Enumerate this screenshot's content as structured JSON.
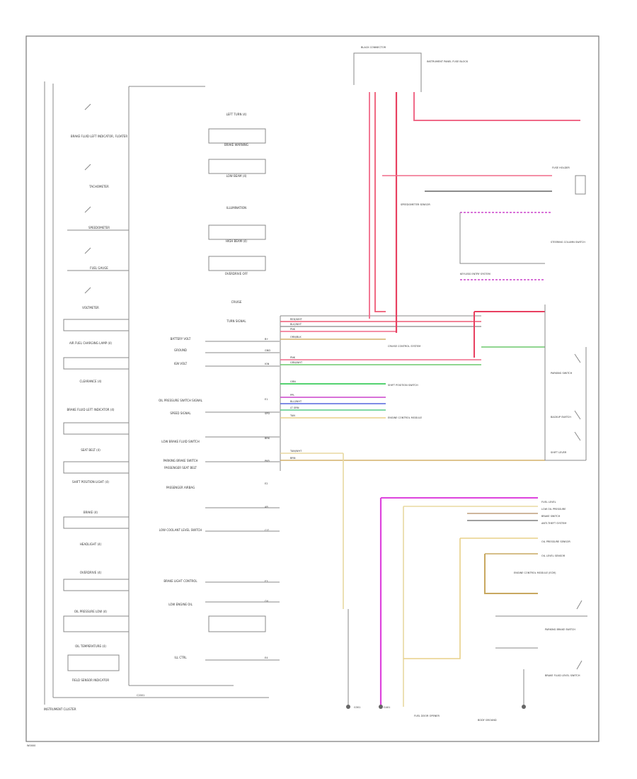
{
  "page": {
    "footer_left": "W0000",
    "cluster_label": "INSTRUMENT CLUSTER",
    "cluster_bottom_code": "C2001"
  },
  "cluster_indicators": [
    "BRAKE FLUID LEFT INDICATOR, FLOATER",
    "TACHOMETER",
    "SPEEDOMETER",
    "",
    "FUEL GAUGE",
    "",
    "VOLTMETER",
    "AIR FUEL CHARGING LAMP (4)",
    "CLEARANCE (4)",
    "BRAKE FLUID LEFT INDICATOR (4)",
    "SEAT BELT (4)",
    "SHIFT POSITION LIGHT (4)",
    "BRAKE (4)",
    "HEADLIGHT (4)",
    "OVERDRIVE (4)",
    "OIL PRESSURE LOW (4)",
    "OIL TEMPERATURE (4)",
    "FIELD SENSOR INDICATOR"
  ],
  "cluster_lamps": [
    "LEFT TURN (4)",
    "BRAKE WARNING",
    "LOW BEAM (4)",
    "ILLUMINATION",
    "HIGH BEAM (4)",
    "OVERDRIVE OFF",
    "CRUISE",
    "TURN SIGNAL"
  ],
  "terminals": [
    {
      "label": "BATTERY VOLT",
      "pin": "B+"
    },
    {
      "label": "GROUND",
      "pin": "GND"
    },
    {
      "label": "IGN VOLT",
      "pin": "IGN"
    },
    {
      "label": "OIL PRESSURE SWITCH SIGNAL",
      "pin": "E1"
    },
    {
      "label": "SPEED SIGNAL",
      "pin": "SPD"
    },
    {
      "label": "LOW BRAKE FLUID SWITCH",
      "pin": "BRK"
    },
    {
      "label": "PARKING BRAKE SWITCH",
      "pin": "PKB"
    },
    {
      "label": "PASSENGER SEAT BELT",
      "pin": "E2"
    },
    {
      "label": "PASSENGER AIRBAG",
      "pin": "AB"
    },
    {
      "label": "LOW COOLANT LEVEL SWITCH",
      "pin": "CLT"
    },
    {
      "label": "BRAKE LIGHT CONTROL",
      "pin": "E3"
    },
    {
      "label": "LOW ENGINE OIL",
      "pin": "OIL"
    },
    {
      "label": "ILL CTRL",
      "pin": "E4"
    }
  ],
  "wires": [
    {
      "color": "RED/WHT",
      "hex": "#ee5a74"
    },
    {
      "color": "BLK/WHT",
      "hex": "#666666"
    },
    {
      "color": "PNK",
      "hex": "#f06a88"
    },
    {
      "color": "ORN/BLK",
      "hex": "#d4b06a"
    },
    {
      "color": "PNK",
      "hex": "#f06a88"
    },
    {
      "color": "GRN/WHT",
      "hex": "#6cc86c"
    },
    {
      "color": "GRN",
      "hex": "#3ccc5c"
    },
    {
      "color": "PPL",
      "hex": "#cc44cc"
    },
    {
      "color": "BLU/WHT",
      "hex": "#5566dd"
    },
    {
      "color": "LT GRN",
      "hex": "#55cc88"
    },
    {
      "color": "TAN",
      "hex": "#e8d088"
    },
    {
      "color": "TAN/WHT",
      "hex": "#e8d8a0"
    },
    {
      "color": "BRN",
      "hex": "#b08a60"
    }
  ],
  "right_labels": [
    "INSTRUMENT PANEL FUSE BLOCK",
    "BLACK CONNECTOR",
    "STEERING COLUMN SWITCH",
    "SPEEDOMETER SENSOR",
    "KEYLESS ENTRY SYSTEM",
    "FUSE HOLDER",
    "PARKING SWITCH",
    "BACKUP SWITCH",
    "SHIFT LEVER",
    "CRUISE CONTROL SYSTEM",
    "SHIFT POSITION SWITCH",
    "ENGINE CONTROL MODULE",
    "FUEL LEVEL",
    "LOW OIL PRESSURE",
    "BRAKE SWITCH",
    "ANTI-THEFT SYSTEM",
    "OIL PRESSURE SENSOR",
    "OIL LEVEL SENSOR",
    "ENGINE CONTROL MODULE (ECM)",
    "PARKING BRAKE SWITCH",
    "BRAKE FLUID LEVEL SWITCH",
    "BODY GROUND"
  ],
  "bottom_labels": [
    "FUEL DOOR OPENER",
    "G301",
    "G401"
  ]
}
